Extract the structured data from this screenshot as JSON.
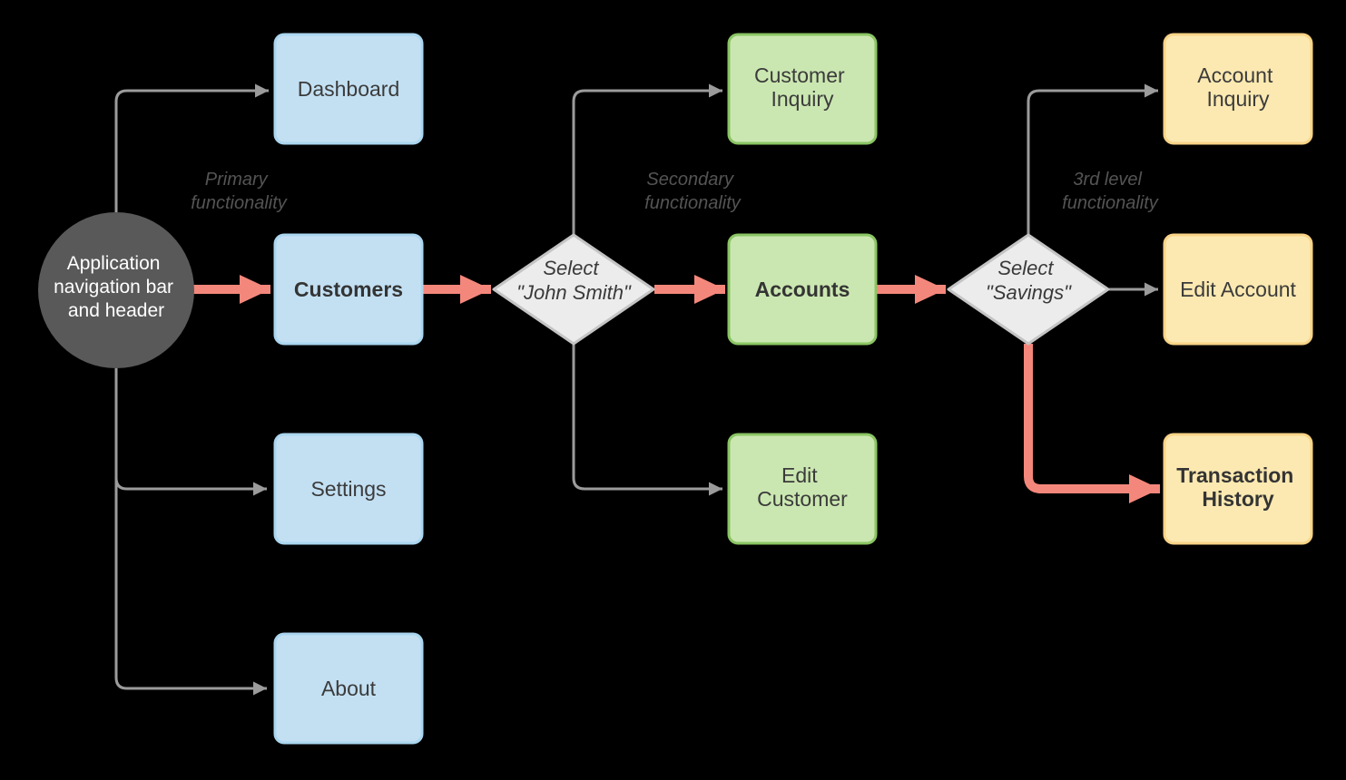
{
  "diagram": {
    "start_node": {
      "lines": [
        "Application",
        "navigation bar",
        "and header"
      ]
    },
    "zones": {
      "primary": {
        "lines": [
          "Primary",
          "functionality"
        ]
      },
      "secondary": {
        "lines": [
          "Secondary",
          "functionality"
        ]
      },
      "third": {
        "lines": [
          "3rd level",
          "functionality"
        ]
      }
    },
    "nodes": {
      "dashboard": {
        "label": "Dashboard"
      },
      "customers": {
        "label": "Customers"
      },
      "settings": {
        "label": "Settings"
      },
      "about": {
        "label": "About"
      },
      "customer_inquiry": {
        "lines": [
          "Customer",
          "Inquiry"
        ]
      },
      "accounts": {
        "label": "Accounts"
      },
      "edit_customer": {
        "lines": [
          "Edit",
          "Customer"
        ]
      },
      "account_inquiry": {
        "lines": [
          "Account",
          "Inquiry"
        ]
      },
      "edit_account": {
        "label": "Edit Account"
      },
      "transaction_history": {
        "lines": [
          "Transaction",
          "History"
        ]
      }
    },
    "decisions": {
      "select_john_smith": {
        "lines": [
          "Select",
          "\"John Smith\""
        ]
      },
      "select_savings": {
        "lines": [
          "Select",
          "\"Savings\""
        ]
      }
    },
    "colors": {
      "background": "#000000",
      "start_node_fill": "#595959",
      "start_node_text": "#FFFFFF",
      "primary_node_fill": "#C3E0F3",
      "primary_node_stroke": "#ABD6EF",
      "secondary_node_fill": "#CBE7B1",
      "secondary_node_stroke": "#8AC563",
      "tertiary_node_fill": "#FCE9B1",
      "tertiary_node_stroke": "#F9D487",
      "decision_fill": "#ECECEC",
      "decision_stroke": "#C4C4C4",
      "connector_gray": "#9B9B9B",
      "highlight_red": "#F4877B",
      "node_text": "#3B3B3B",
      "zone_label_text": "#545454"
    }
  }
}
